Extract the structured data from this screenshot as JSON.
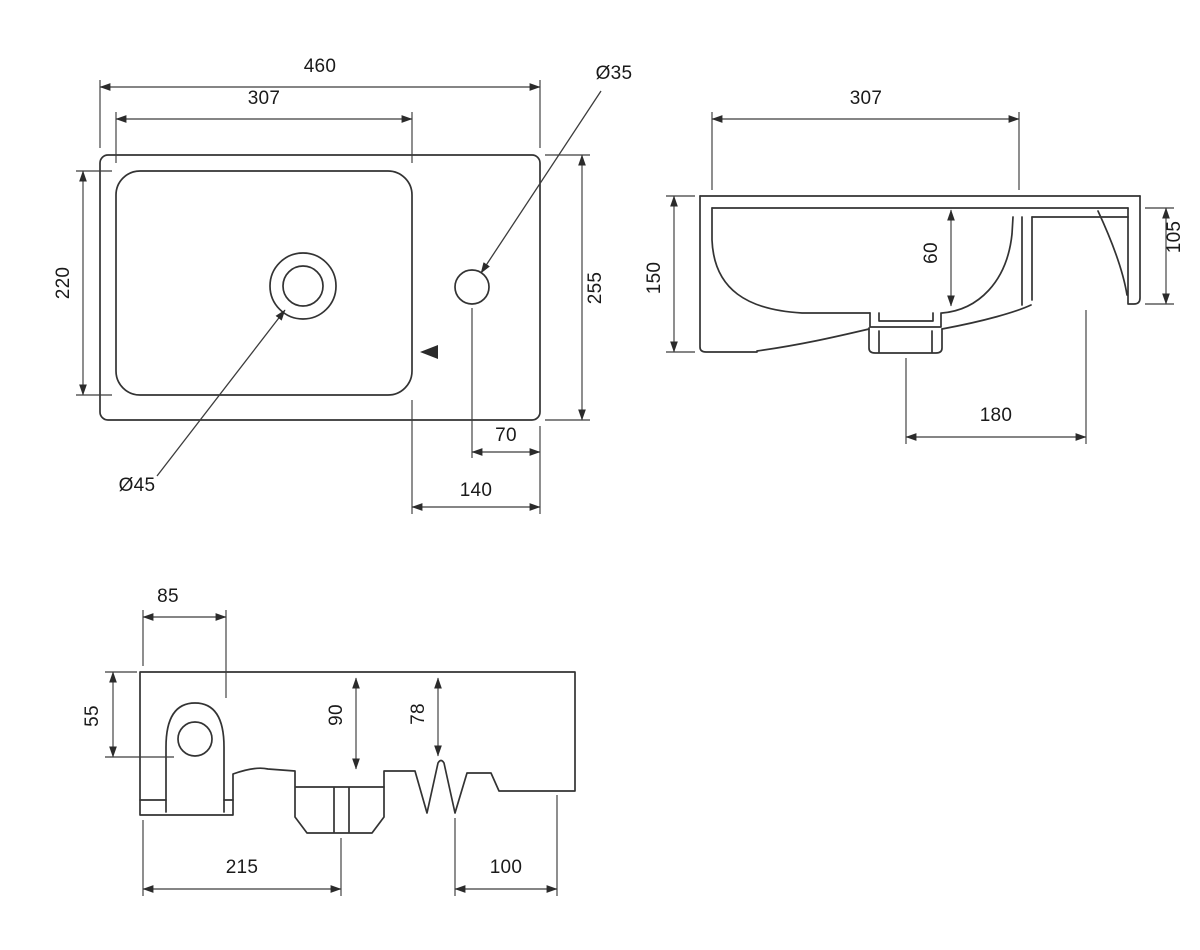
{
  "drawing": {
    "plan_view": {
      "overall_width": "460",
      "bowl_width": "307",
      "bowl_depth": "220",
      "overall_depth": "255",
      "tap_hole_diameter": "Ø35",
      "drain_diameter": "Ø45",
      "tap_hole_to_edge": "70",
      "deck_width": "140"
    },
    "front_view": {
      "bowl_width": "307",
      "left_height": "150",
      "basin_depth": "60",
      "right_height": "105",
      "drain_to_edge": "180"
    },
    "bottom_view": {
      "tap_boss_width": "85",
      "tap_drop": "55",
      "bowl_underside_depth": "90",
      "overflow_depth": "78",
      "drain_center_offset": "215",
      "overflow_to_edge": "100"
    }
  }
}
